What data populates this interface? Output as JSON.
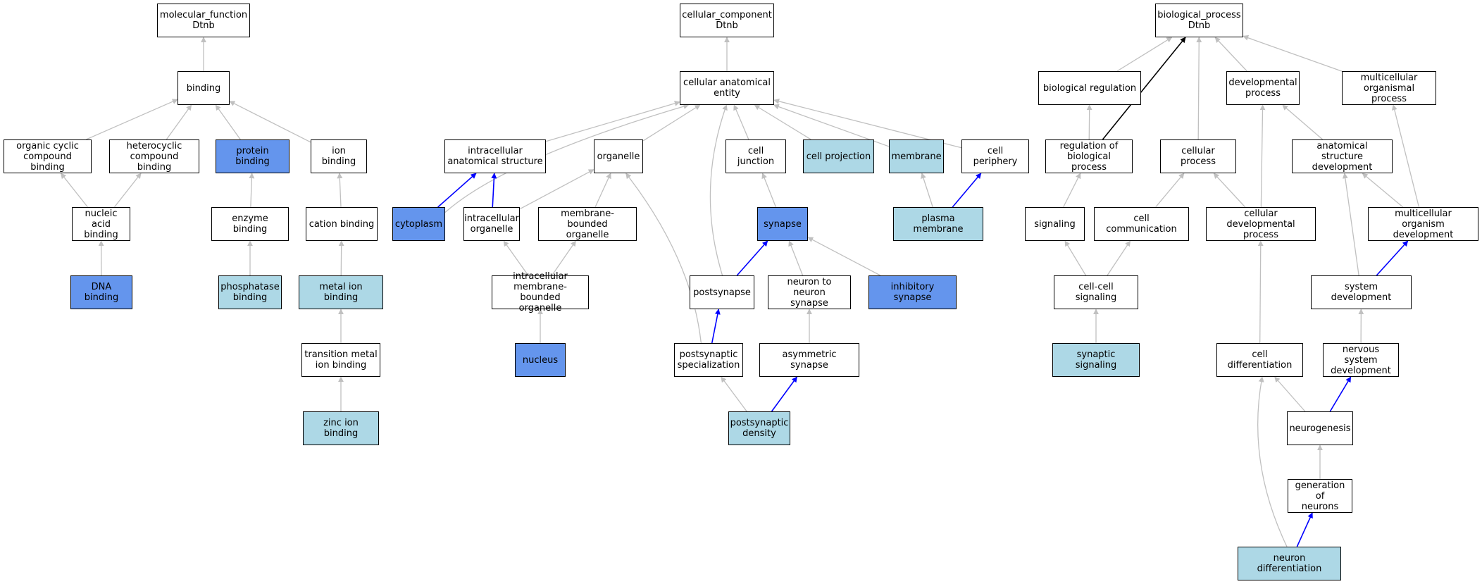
{
  "colors": {
    "plain": "#ffffff",
    "light": "#add8e6",
    "dark": "#6495ed",
    "edge_gray": "#c0c0c0",
    "edge_blue": "#0000ff",
    "edge_black": "#000000"
  },
  "nodes": [
    {
      "id": "mf_root",
      "label": "molecular_function\nDtnb",
      "fill": "plain"
    },
    {
      "id": "binding",
      "label": "binding",
      "fill": "plain"
    },
    {
      "id": "organic_cyclic",
      "label": "organic cyclic\ncompound binding",
      "fill": "plain"
    },
    {
      "id": "heterocyclic",
      "label": "heterocyclic\ncompound binding",
      "fill": "plain"
    },
    {
      "id": "protein_binding",
      "label": "protein binding",
      "fill": "dark"
    },
    {
      "id": "ion_binding",
      "label": "ion binding",
      "fill": "plain"
    },
    {
      "id": "nucleic_acid",
      "label": "nucleic acid\nbinding",
      "fill": "plain"
    },
    {
      "id": "enzyme_binding",
      "label": "enzyme binding",
      "fill": "plain"
    },
    {
      "id": "cation_binding",
      "label": "cation binding",
      "fill": "plain"
    },
    {
      "id": "dna_binding",
      "label": "DNA binding",
      "fill": "dark"
    },
    {
      "id": "phosphatase",
      "label": "phosphatase\nbinding",
      "fill": "light"
    },
    {
      "id": "metal_ion",
      "label": "metal ion binding",
      "fill": "light"
    },
    {
      "id": "transition_metal",
      "label": "transition metal\nion binding",
      "fill": "plain"
    },
    {
      "id": "zinc_ion",
      "label": "zinc ion binding",
      "fill": "light"
    },
    {
      "id": "cc_root",
      "label": "cellular_component\nDtnb",
      "fill": "plain"
    },
    {
      "id": "cae",
      "label": "cellular anatomical\nentity",
      "fill": "plain"
    },
    {
      "id": "ias",
      "label": "intracellular\nanatomical structure",
      "fill": "plain"
    },
    {
      "id": "organelle",
      "label": "organelle",
      "fill": "plain"
    },
    {
      "id": "cell_junction",
      "label": "cell junction",
      "fill": "plain"
    },
    {
      "id": "cell_projection",
      "label": "cell projection",
      "fill": "light"
    },
    {
      "id": "membrane",
      "label": "membrane",
      "fill": "light"
    },
    {
      "id": "cell_periphery",
      "label": "cell periphery",
      "fill": "plain"
    },
    {
      "id": "cytoplasm",
      "label": "cytoplasm",
      "fill": "dark"
    },
    {
      "id": "intra_organelle",
      "label": "intracellular\norganelle",
      "fill": "plain"
    },
    {
      "id": "mb_organelle",
      "label": "membrane-bounded\norganelle",
      "fill": "plain"
    },
    {
      "id": "synapse",
      "label": "synapse",
      "fill": "dark"
    },
    {
      "id": "plasma_membrane",
      "label": "plasma membrane",
      "fill": "light"
    },
    {
      "id": "imbo",
      "label": "intracellular\nmembrane-bounded\norganelle",
      "fill": "plain"
    },
    {
      "id": "postsynapse",
      "label": "postsynapse",
      "fill": "plain"
    },
    {
      "id": "n2n_synapse",
      "label": "neuron to neuron\nsynapse",
      "fill": "plain"
    },
    {
      "id": "inhibitory_synapse",
      "label": "inhibitory synapse",
      "fill": "dark"
    },
    {
      "id": "nucleus",
      "label": "nucleus",
      "fill": "dark"
    },
    {
      "id": "ps_spec",
      "label": "postsynaptic\nspecialization",
      "fill": "plain"
    },
    {
      "id": "asym_synapse",
      "label": "asymmetric synapse",
      "fill": "plain"
    },
    {
      "id": "ps_density",
      "label": "postsynaptic\ndensity",
      "fill": "light"
    },
    {
      "id": "bp_root",
      "label": "biological_process\nDtnb",
      "fill": "plain"
    },
    {
      "id": "bio_reg",
      "label": "biological regulation",
      "fill": "plain"
    },
    {
      "id": "dev_process",
      "label": "developmental\nprocess",
      "fill": "plain"
    },
    {
      "id": "multi_process",
      "label": "multicellular\norganismal process",
      "fill": "plain"
    },
    {
      "id": "reg_bio",
      "label": "regulation of\nbiological process",
      "fill": "plain"
    },
    {
      "id": "cell_process",
      "label": "cellular process",
      "fill": "plain"
    },
    {
      "id": "anat_dev",
      "label": "anatomical structure\ndevelopment",
      "fill": "plain"
    },
    {
      "id": "signaling",
      "label": "signaling",
      "fill": "plain"
    },
    {
      "id": "cell_comm",
      "label": "cell communication",
      "fill": "plain"
    },
    {
      "id": "cell_dev_process",
      "label": "cellular developmental\nprocess",
      "fill": "plain"
    },
    {
      "id": "multi_dev",
      "label": "multicellular\norganism development",
      "fill": "plain"
    },
    {
      "id": "cc_signaling",
      "label": "cell-cell signaling",
      "fill": "plain"
    },
    {
      "id": "system_dev",
      "label": "system development",
      "fill": "plain"
    },
    {
      "id": "syn_signaling",
      "label": "synaptic signaling",
      "fill": "light"
    },
    {
      "id": "cell_diff",
      "label": "cell differentiation",
      "fill": "plain"
    },
    {
      "id": "ns_dev",
      "label": "nervous system\ndevelopment",
      "fill": "plain"
    },
    {
      "id": "neurogenesis",
      "label": "neurogenesis",
      "fill": "plain"
    },
    {
      "id": "gen_neurons",
      "label": "generation of\nneurons",
      "fill": "plain"
    },
    {
      "id": "neuron_diff",
      "label": "neuron differentiation",
      "fill": "light"
    }
  ],
  "edges": [
    {
      "from": "binding",
      "to": "mf_root",
      "color": "edge_gray"
    },
    {
      "from": "organic_cyclic",
      "to": "binding",
      "color": "edge_gray"
    },
    {
      "from": "heterocyclic",
      "to": "binding",
      "color": "edge_gray"
    },
    {
      "from": "protein_binding",
      "to": "binding",
      "color": "edge_gray"
    },
    {
      "from": "ion_binding",
      "to": "binding",
      "color": "edge_gray"
    },
    {
      "from": "nucleic_acid",
      "to": "organic_cyclic",
      "color": "edge_gray"
    },
    {
      "from": "nucleic_acid",
      "to": "heterocyclic",
      "color": "edge_gray"
    },
    {
      "from": "enzyme_binding",
      "to": "protein_binding",
      "color": "edge_gray"
    },
    {
      "from": "cation_binding",
      "to": "ion_binding",
      "color": "edge_gray"
    },
    {
      "from": "dna_binding",
      "to": "nucleic_acid",
      "color": "edge_gray"
    },
    {
      "from": "phosphatase",
      "to": "enzyme_binding",
      "color": "edge_gray"
    },
    {
      "from": "metal_ion",
      "to": "cation_binding",
      "color": "edge_gray"
    },
    {
      "from": "transition_metal",
      "to": "metal_ion",
      "color": "edge_gray"
    },
    {
      "from": "zinc_ion",
      "to": "transition_metal",
      "color": "edge_gray"
    },
    {
      "from": "cae",
      "to": "cc_root",
      "color": "edge_gray"
    },
    {
      "from": "ias",
      "to": "cae",
      "color": "edge_gray"
    },
    {
      "from": "organelle",
      "to": "cae",
      "color": "edge_gray"
    },
    {
      "from": "cell_junction",
      "to": "cae",
      "color": "edge_gray"
    },
    {
      "from": "cell_projection",
      "to": "cae",
      "color": "edge_gray"
    },
    {
      "from": "membrane",
      "to": "cae",
      "color": "edge_gray"
    },
    {
      "from": "cell_periphery",
      "to": "cae",
      "color": "edge_gray"
    },
    {
      "from": "cytoplasm",
      "to": "cae",
      "color": "edge_gray",
      "curve": "left"
    },
    {
      "from": "cytoplasm",
      "to": "ias",
      "color": "edge_blue"
    },
    {
      "from": "intra_organelle",
      "to": "ias",
      "color": "edge_blue"
    },
    {
      "from": "intra_organelle",
      "to": "organelle",
      "color": "edge_gray"
    },
    {
      "from": "mb_organelle",
      "to": "organelle",
      "color": "edge_gray"
    },
    {
      "from": "synapse",
      "to": "cell_junction",
      "color": "edge_gray"
    },
    {
      "from": "plasma_membrane",
      "to": "membrane",
      "color": "edge_gray"
    },
    {
      "from": "plasma_membrane",
      "to": "cell_periphery",
      "color": "edge_blue"
    },
    {
      "from": "imbo",
      "to": "intra_organelle",
      "color": "edge_gray"
    },
    {
      "from": "imbo",
      "to": "mb_organelle",
      "color": "edge_gray"
    },
    {
      "from": "postsynapse",
      "to": "synapse",
      "color": "edge_blue"
    },
    {
      "from": "postsynapse",
      "to": "cae",
      "color": "edge_gray",
      "curve": "left"
    },
    {
      "from": "n2n_synapse",
      "to": "synapse",
      "color": "edge_gray"
    },
    {
      "from": "inhibitory_synapse",
      "to": "synapse",
      "color": "edge_gray"
    },
    {
      "from": "nucleus",
      "to": "imbo",
      "color": "edge_gray"
    },
    {
      "from": "ps_spec",
      "to": "postsynapse",
      "color": "edge_blue"
    },
    {
      "from": "ps_spec",
      "to": "organelle",
      "color": "edge_gray",
      "curve": "right"
    },
    {
      "from": "asym_synapse",
      "to": "n2n_synapse",
      "color": "edge_gray"
    },
    {
      "from": "ps_density",
      "to": "ps_spec",
      "color": "edge_gray"
    },
    {
      "from": "ps_density",
      "to": "asym_synapse",
      "color": "edge_blue"
    },
    {
      "from": "bio_reg",
      "to": "bp_root",
      "color": "edge_gray"
    },
    {
      "from": "dev_process",
      "to": "bp_root",
      "color": "edge_gray"
    },
    {
      "from": "multi_process",
      "to": "bp_root",
      "color": "edge_gray"
    },
    {
      "from": "cell_process",
      "to": "bp_root",
      "color": "edge_gray"
    },
    {
      "from": "reg_bio",
      "to": "bio_reg",
      "color": "edge_gray"
    },
    {
      "from": "reg_bio",
      "to": "bp_root",
      "color": "edge_black"
    },
    {
      "from": "anat_dev",
      "to": "dev_process",
      "color": "edge_gray"
    },
    {
      "from": "signaling",
      "to": "reg_bio",
      "color": "edge_gray"
    },
    {
      "from": "cell_comm",
      "to": "cell_process",
      "color": "edge_gray"
    },
    {
      "from": "cell_dev_process",
      "to": "cell_process",
      "color": "edge_gray"
    },
    {
      "from": "cell_dev_process",
      "to": "dev_process",
      "color": "edge_gray"
    },
    {
      "from": "multi_dev",
      "to": "anat_dev",
      "color": "edge_gray"
    },
    {
      "from": "multi_dev",
      "to": "multi_process",
      "color": "edge_gray"
    },
    {
      "from": "cc_signaling",
      "to": "signaling",
      "color": "edge_gray"
    },
    {
      "from": "cc_signaling",
      "to": "cell_comm",
      "color": "edge_gray"
    },
    {
      "from": "system_dev",
      "to": "anat_dev",
      "color": "edge_gray"
    },
    {
      "from": "system_dev",
      "to": "multi_dev",
      "color": "edge_blue"
    },
    {
      "from": "syn_signaling",
      "to": "cc_signaling",
      "color": "edge_gray"
    },
    {
      "from": "cell_diff",
      "to": "cell_dev_process",
      "color": "edge_gray"
    },
    {
      "from": "ns_dev",
      "to": "system_dev",
      "color": "edge_gray"
    },
    {
      "from": "neurogenesis",
      "to": "cell_diff",
      "color": "edge_gray"
    },
    {
      "from": "neurogenesis",
      "to": "ns_dev",
      "color": "edge_blue"
    },
    {
      "from": "gen_neurons",
      "to": "neurogenesis",
      "color": "edge_gray"
    },
    {
      "from": "neuron_diff",
      "to": "gen_neurons",
      "color": "edge_blue"
    },
    {
      "from": "neuron_diff",
      "to": "cell_diff",
      "color": "edge_gray",
      "curve": "left"
    }
  ]
}
